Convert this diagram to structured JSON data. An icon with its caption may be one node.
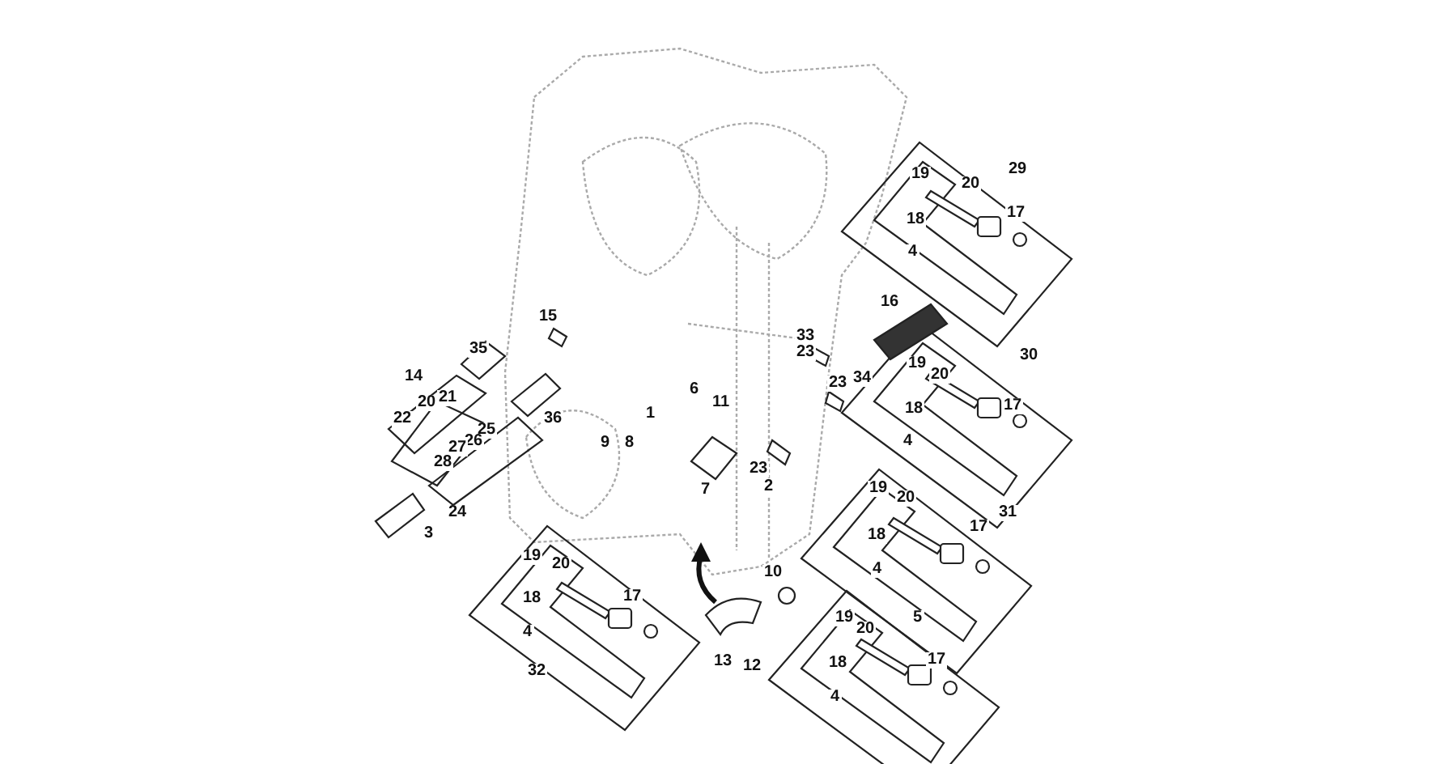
{
  "diagram": {
    "labels": [
      "29",
      "19",
      "20",
      "18",
      "17",
      "4",
      "16",
      "15",
      "33",
      "23",
      "35",
      "30",
      "19",
      "20",
      "14",
      "21",
      "20",
      "34",
      "23",
      "6",
      "11",
      "22",
      "36",
      "1",
      "18",
      "17",
      "25",
      "26",
      "9",
      "8",
      "27",
      "28",
      "4",
      "7",
      "23",
      "2",
      "19",
      "24",
      "20",
      "3",
      "31",
      "18",
      "17",
      "4",
      "19",
      "20",
      "10",
      "5",
      "18",
      "17",
      "19",
      "20",
      "4",
      "13",
      "12",
      "18",
      "17",
      "32",
      "4"
    ]
  }
}
